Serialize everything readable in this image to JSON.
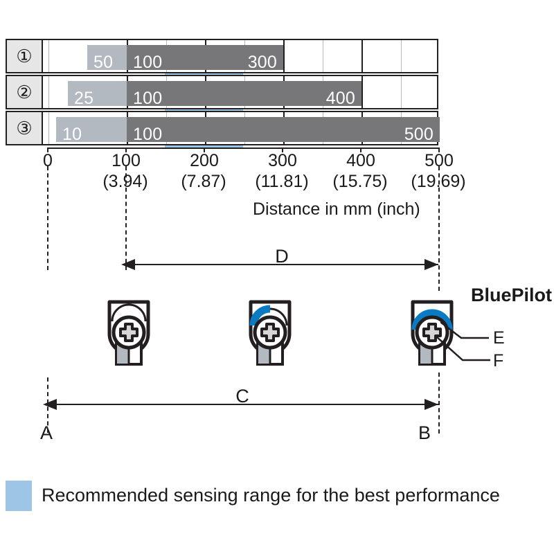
{
  "chart_data": {
    "type": "bar",
    "title": "",
    "xlabel": "Distance in mm (inch)",
    "ylabel": "",
    "orientation": "horizontal",
    "xlim": [
      0,
      500
    ],
    "x_unit": "mm",
    "grid": true,
    "legend_position": "bottom-left",
    "x_ticks_mm": [
      0,
      100,
      200,
      300,
      400,
      500
    ],
    "x_tick_labels": [
      "0",
      "100",
      "200",
      "300",
      "400",
      "500"
    ],
    "x_tick_sublabels": [
      "",
      "(3.94)",
      "(7.87)",
      "(11.81)",
      "(15.75)",
      "(19.69)"
    ],
    "recommended_band": {
      "start_mm": 150,
      "end_mm": 250,
      "color": "#9dc6e6"
    },
    "colors": {
      "light_bar": "#b3b9c0",
      "dark_bar": "#77777a",
      "band": "#9dc6e6",
      "id_cell": "#e6e6e6",
      "outline": "#231f20",
      "accent_blue": "#0a7bc2"
    },
    "rows": [
      {
        "id": "①",
        "id_plain": "1",
        "light_start_mm": 50,
        "light_end_mm": 100,
        "light_label": "50",
        "dark_start_mm": 100,
        "dark_end_mm": 300,
        "dark_label_left": "100",
        "dark_label_right": "300"
      },
      {
        "id": "②",
        "id_plain": "2",
        "light_start_mm": 25,
        "light_end_mm": 100,
        "light_label": "25",
        "dark_start_mm": 100,
        "dark_end_mm": 400,
        "dark_label_left": "100",
        "dark_label_right": "400"
      },
      {
        "id": "③",
        "id_plain": "3",
        "light_start_mm": 10,
        "light_end_mm": 100,
        "light_label": "10",
        "dark_start_mm": 100,
        "dark_end_mm": 500,
        "dark_label_left": "100",
        "dark_label_right": "500"
      }
    ]
  },
  "axis": {
    "title": "Distance in mm (inch)"
  },
  "dimensions": {
    "d": {
      "label": "D",
      "start_mm": 100,
      "end_mm": 500
    },
    "c": {
      "label": "C",
      "start_mm": 0,
      "end_mm": 500
    },
    "point_a": "A",
    "point_b": "B"
  },
  "sensors": [
    {
      "position_mm": 100,
      "blue_arc": "none"
    },
    {
      "position_mm": 300,
      "blue_arc": "partial"
    },
    {
      "position_mm": 500,
      "blue_arc": "full"
    }
  ],
  "callouts": {
    "brand": "BluePilot",
    "e": "E",
    "f": "F"
  },
  "legend": {
    "swatch_color": "#9dc6e6",
    "text": "Recommended sensing range for the best performance"
  }
}
